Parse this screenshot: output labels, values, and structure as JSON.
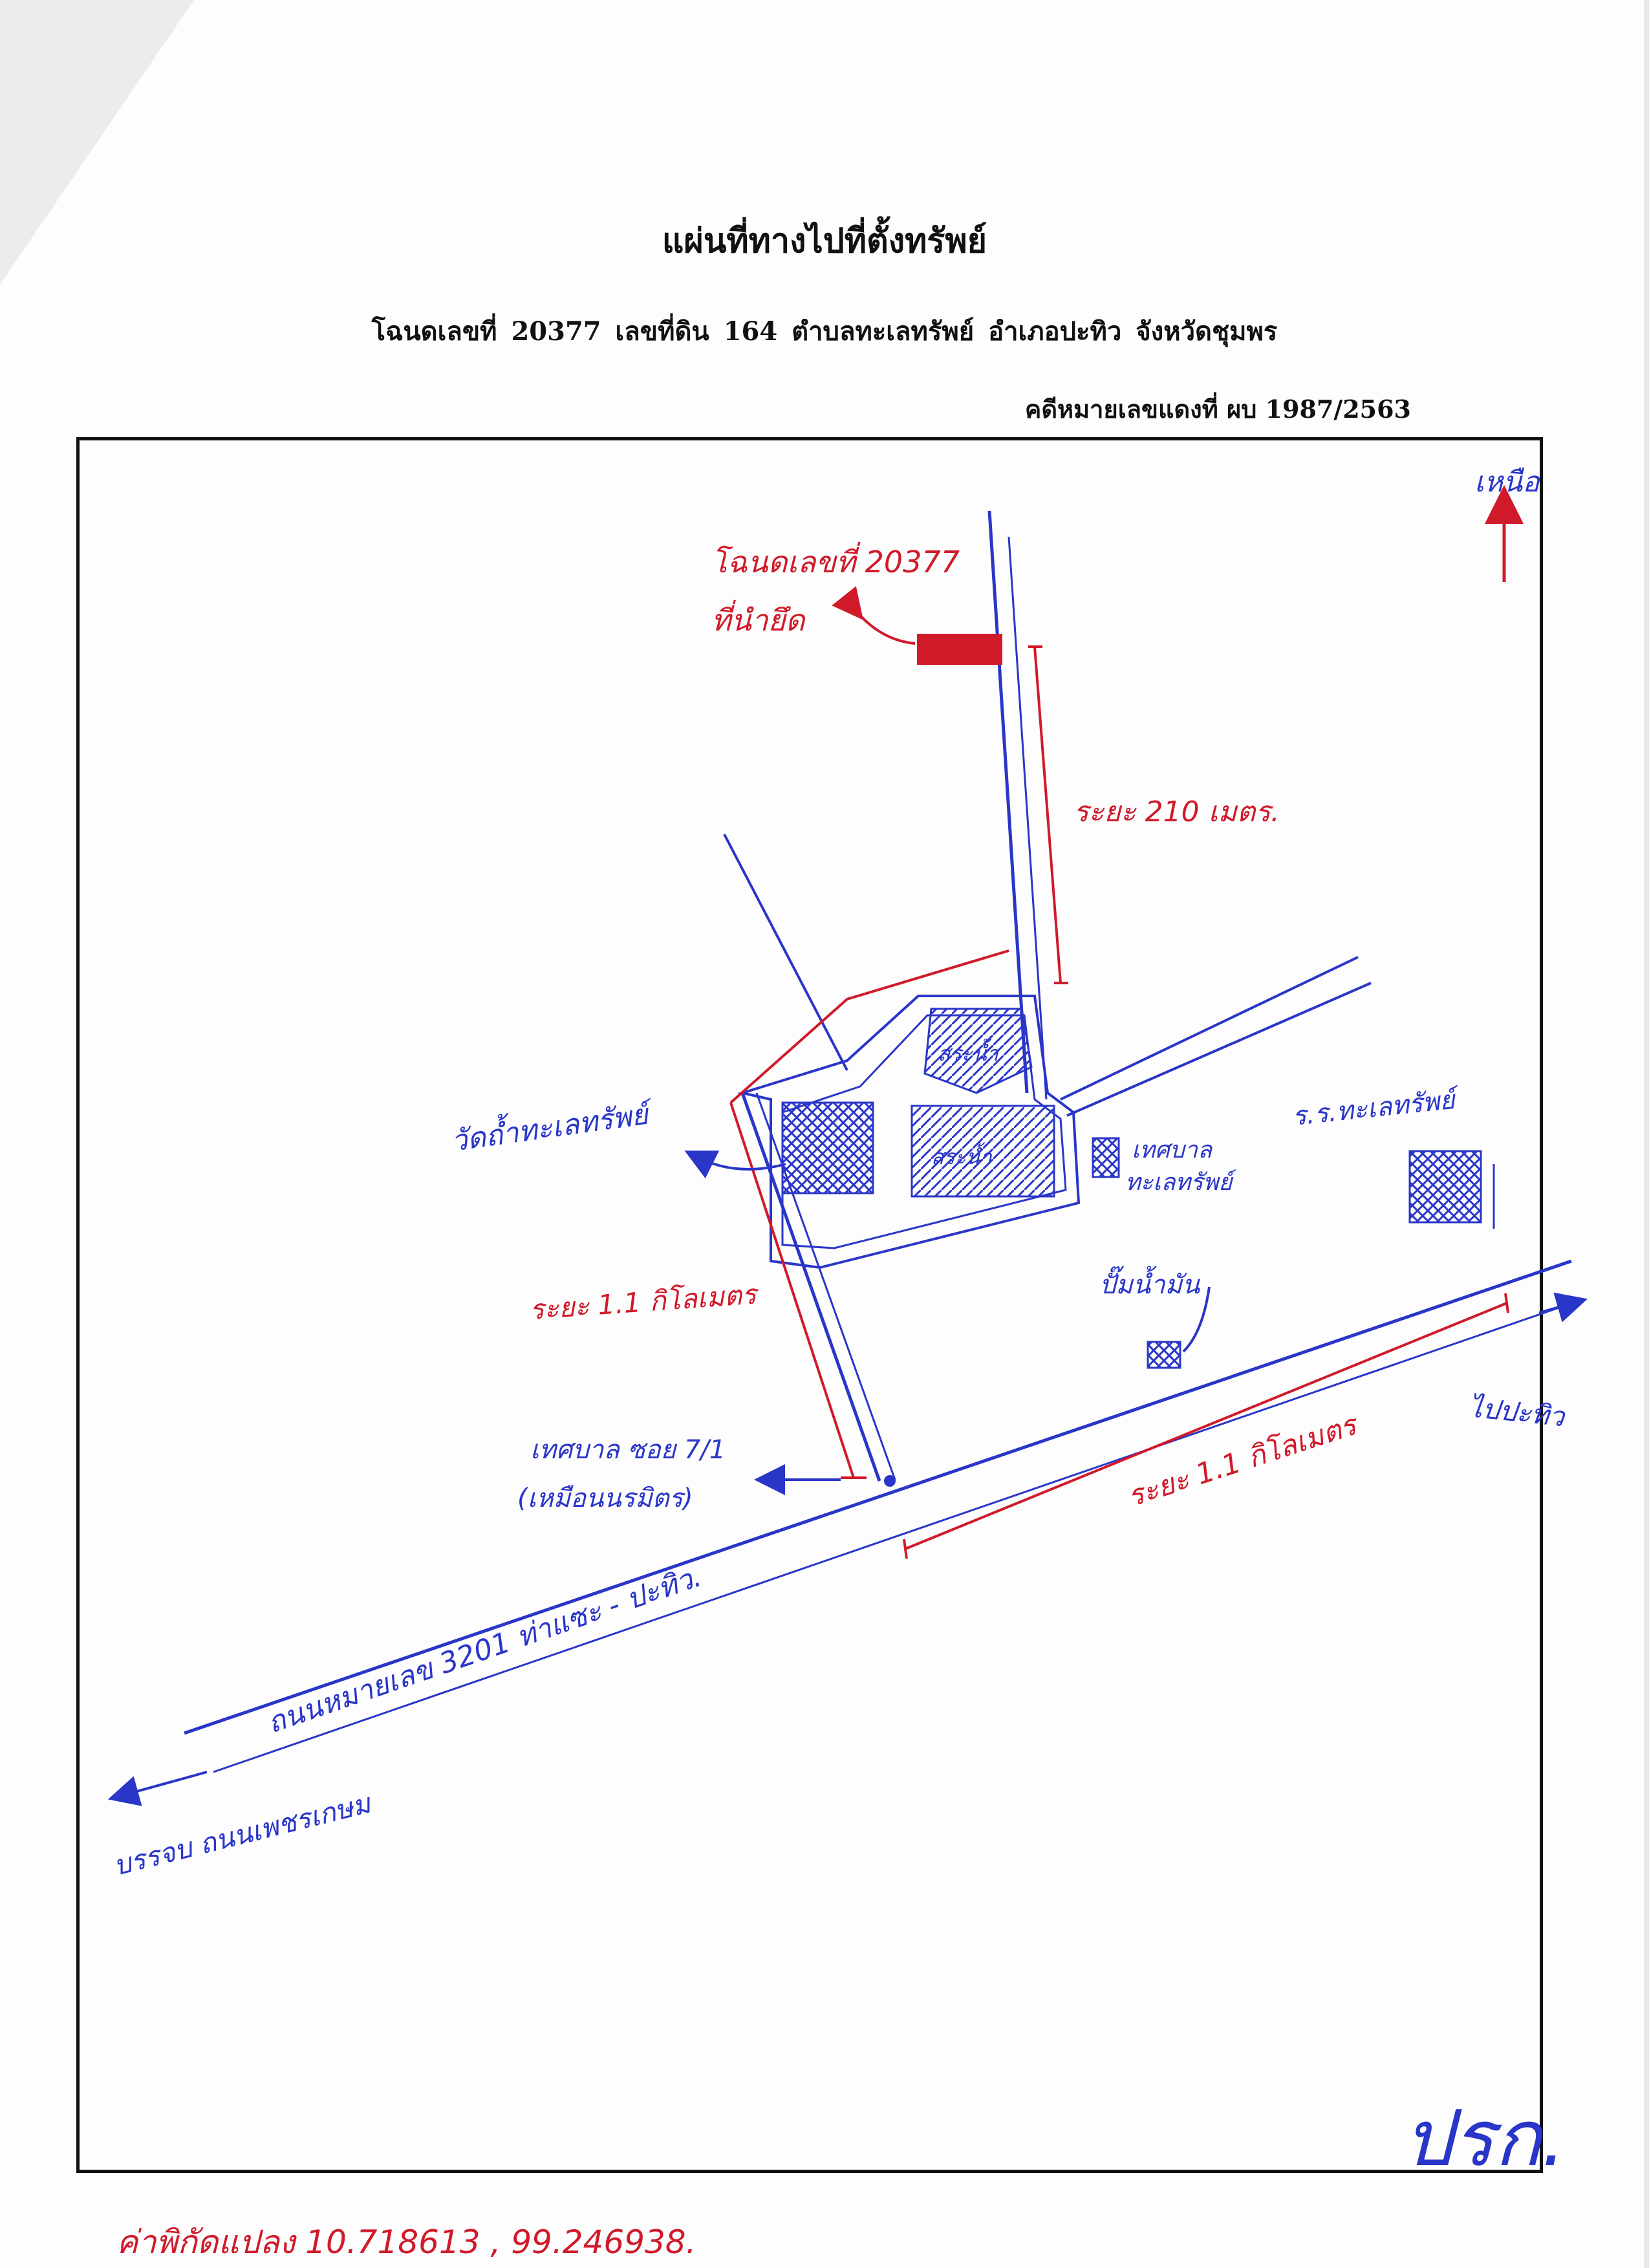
{
  "document": {
    "title": "แผ่นที่ทางไปที่ตั้งทรัพย์",
    "subtitle": "โฉนดเลขที่ 20377 เลขที่ดิน 164 ตำบลทะเลทรัพย์ อำเภอปะทิว จังหวัดชุมพร",
    "case_number": "คดีหมายเลขแดงที่ ผบ 1987/2563"
  },
  "map": {
    "north_label": "เหนือ",
    "property_label_line1": "โฉนดเลขที่ 20377",
    "property_label_line2": "ที่นำยึด",
    "distance_210": "ระยะ 210 เมตร.",
    "pond_label": "สระน้ำ",
    "water_label": "สระน้ำ",
    "temple_label": "วัดถ้ำทะเลทรัพย์",
    "municipality_label_line1": "เทศบาล",
    "municipality_label_line2": "ทะเลทรัพย์",
    "school_label": "ร.ร.ทะเลทรัพย์",
    "gas_station_label": "ปั๊มน้ำมัน",
    "distance_side_road": "ระยะ 1.1 กิโลเมตร",
    "distance_main_road": "ระยะ 1.1 กิโลเมตร",
    "soi_label_line1": "เทศบาล ซอย 7/1",
    "soi_label_line2": "(เหมือนนรมิตร)",
    "to_pathio": "ไปปะทิว",
    "highway_label": "ถนนหมายเลข 3201 ท่าแซะ - ปะทิว.",
    "to_petkasem": "บรรจบ ถนนเพชรเกษม",
    "coordinates": "ค่าพิกัดแปลง 10.718613 , 99.246938.",
    "signature": "ปรก."
  },
  "colors": {
    "ink_blue": "#2a36c8",
    "ink_red": "#d01a2a",
    "ink_black": "#111111"
  }
}
